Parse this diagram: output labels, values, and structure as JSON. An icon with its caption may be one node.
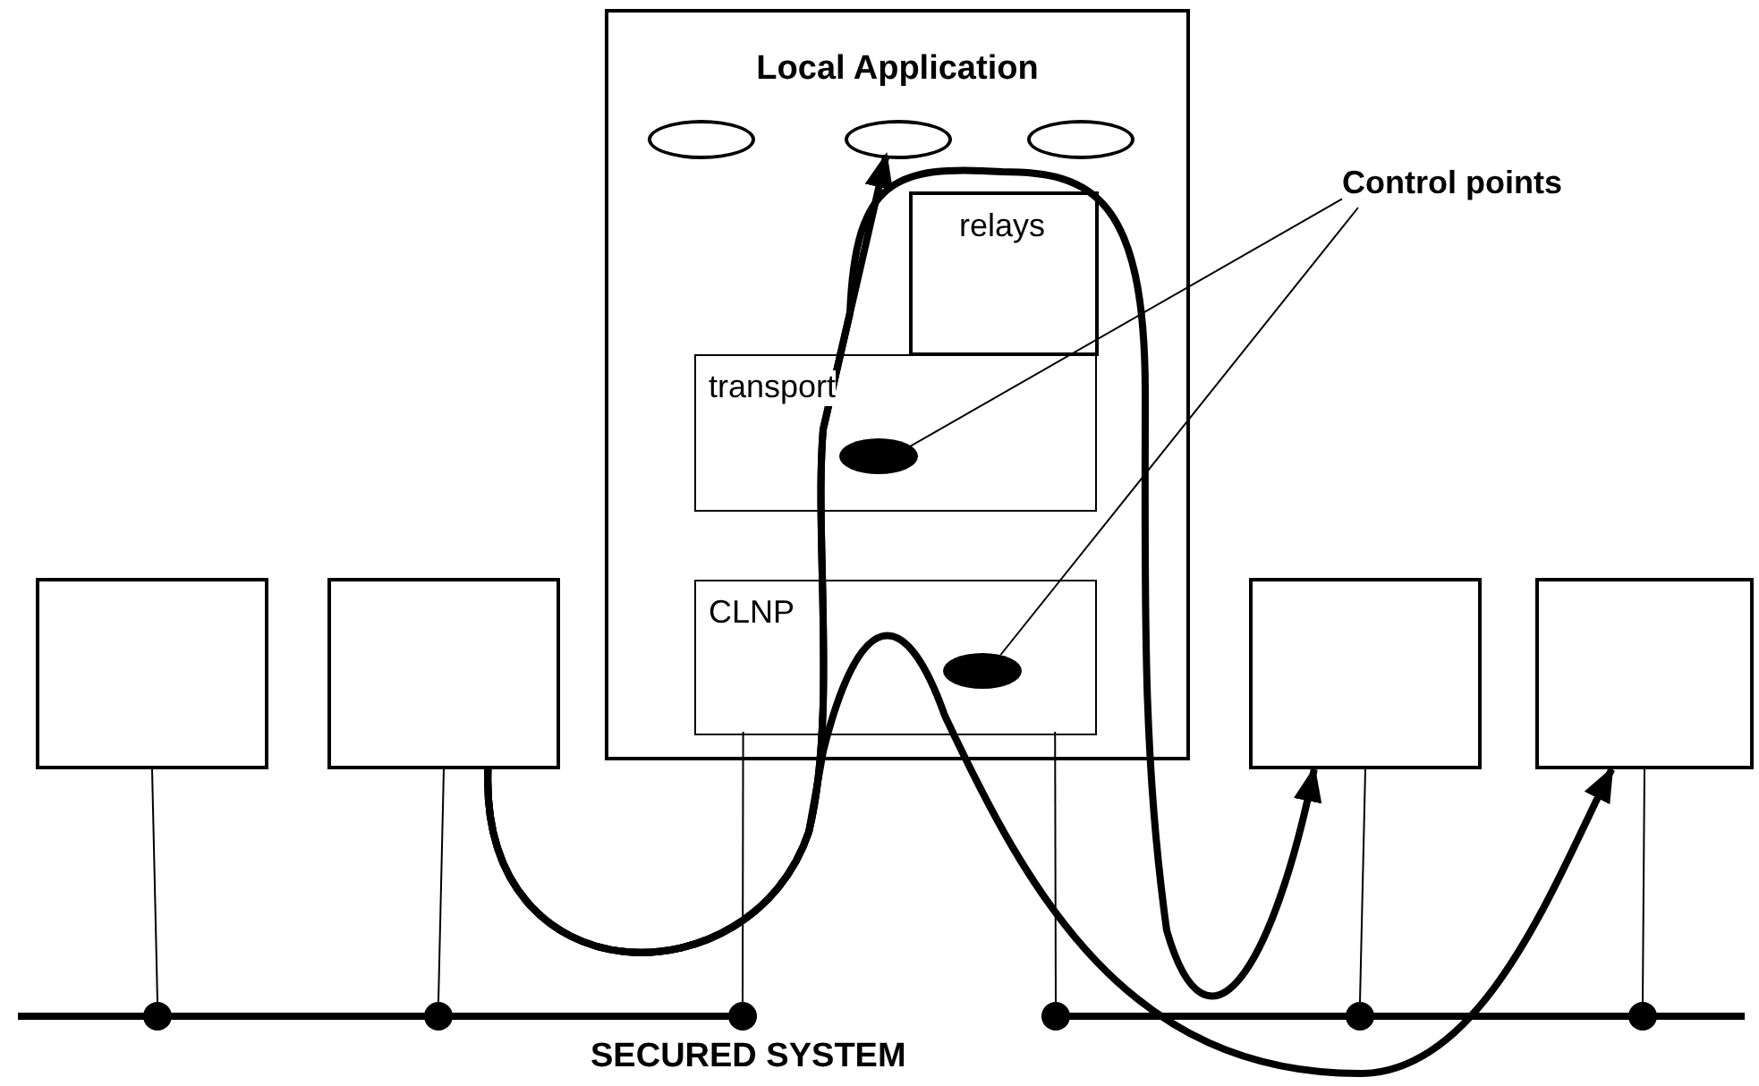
{
  "diagram": {
    "nodes": [
      {
        "text": [
          "Local Application"
        ]
      },
      {
        "text": [],
        "shape": "ellipse",
        "in": 0
      },
      {
        "text": [],
        "shape": "ellipse",
        "in": 0
      },
      {
        "text": [],
        "shape": "ellipse",
        "in": 0
      },
      {
        "text": [
          "relays"
        ],
        "in": 0
      },
      {
        "text": [
          "transport"
        ],
        "in": 0
      },
      {
        "text": [
          "CLNP"
        ],
        "in": 0
      },
      {
        "text": [],
        "shape": "ellipse",
        "in": 5
      },
      {
        "text": [],
        "shape": "ellipse",
        "in": 6
      },
      {
        "text": [
          "Control points"
        ]
      },
      {
        "text": [],
        "shape": "box"
      },
      {
        "text": [],
        "shape": "box"
      },
      {
        "text": [],
        "shape": "box"
      },
      {
        "text": [],
        "shape": "box"
      },
      {
        "text": [],
        "shape": "circle"
      },
      {
        "text": [],
        "shape": "circle"
      },
      {
        "text": [],
        "shape": "circle"
      },
      {
        "text": [],
        "shape": "circle"
      },
      {
        "text": [],
        "shape": "circle"
      },
      {
        "text": [],
        "shape": "circle"
      }
    ],
    "edges": [
      {
        "from": 11,
        "to": 2,
        "arrow": "to",
        "style": "thick"
      },
      {
        "from": 11,
        "to": 12,
        "arrow": "to",
        "style": "thick"
      },
      {
        "from": 11,
        "to": 13,
        "arrow": "to",
        "style": "thick"
      },
      {
        "from": 9,
        "to": 7,
        "arrow": "none"
      },
      {
        "from": 9,
        "to": 8,
        "arrow": "none"
      },
      {
        "from": 10,
        "to": 14,
        "arrow": "none"
      },
      {
        "from": 11,
        "to": 15,
        "arrow": "none"
      },
      {
        "from": 6,
        "to": 16,
        "arrow": "none"
      },
      {
        "from": 6,
        "to": 17,
        "arrow": "none"
      },
      {
        "from": 12,
        "to": 18,
        "arrow": "none"
      },
      {
        "from": 13,
        "to": 19,
        "arrow": "none"
      }
    ],
    "labels": [
      "SECURED SYSTEM"
    ]
  }
}
